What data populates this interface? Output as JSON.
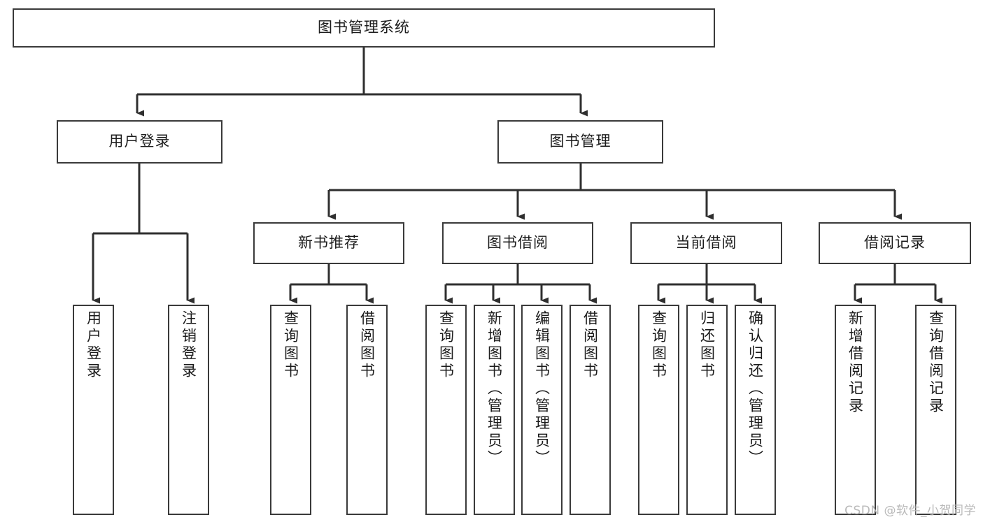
{
  "diagram": {
    "title": "图书管理系统",
    "type": "tree-hierarchy",
    "watermark": "CSDN @软件_小贺同学",
    "colors": {
      "node_border": "#3a3a3a",
      "node_fill": "#ffffff",
      "edge": "#2f2f2f",
      "text": "#1b1b1b",
      "watermark": "#b9b9b9"
    },
    "levels": {
      "root": "图书管理系统",
      "level2": [
        "用户登录",
        "图书管理"
      ],
      "level3": [
        "新书推荐",
        "图书借阅",
        "当前借阅",
        "借阅记录"
      ]
    },
    "nodes": {
      "root": {
        "label": "图书管理系统",
        "orientation": "horizontal"
      },
      "user_login": {
        "label": "用户登录",
        "orientation": "horizontal"
      },
      "book_manage": {
        "label": "图书管理",
        "orientation": "horizontal"
      },
      "new_book_rec": {
        "label": "新书推荐",
        "orientation": "horizontal"
      },
      "book_borrow": {
        "label": "图书借阅",
        "orientation": "horizontal"
      },
      "current_borrow": {
        "label": "当前借阅",
        "orientation": "horizontal"
      },
      "borrow_record": {
        "label": "借阅记录",
        "orientation": "horizontal"
      },
      "leaf_user_login": {
        "label": "用户登录",
        "orientation": "vertical"
      },
      "leaf_logout": {
        "label": "注销登录",
        "orientation": "vertical"
      },
      "leaf_query_book_rec": {
        "label": "查询图书",
        "orientation": "vertical"
      },
      "leaf_borrow_book_rec": {
        "label": "借阅图书",
        "orientation": "vertical"
      },
      "leaf_query_book_bor": {
        "label": "查询图书",
        "orientation": "vertical"
      },
      "leaf_add_book": {
        "label": "新增图书（管理员）",
        "orientation": "vertical"
      },
      "leaf_edit_book": {
        "label": "编辑图书（管理员）",
        "orientation": "vertical"
      },
      "leaf_borrow_book_bor": {
        "label": "借阅图书",
        "orientation": "vertical"
      },
      "leaf_query_book_cur": {
        "label": "查询图书",
        "orientation": "vertical"
      },
      "leaf_return_book": {
        "label": "归还图书",
        "orientation": "vertical"
      },
      "leaf_confirm_return": {
        "label": "确认归还（管理员）",
        "orientation": "vertical"
      },
      "leaf_add_record": {
        "label": "新增借阅记录",
        "orientation": "vertical"
      },
      "leaf_query_record": {
        "label": "查询借阅记录",
        "orientation": "vertical"
      }
    },
    "edges": [
      {
        "from": "图书管理系统",
        "to": "用户登录"
      },
      {
        "from": "图书管理系统",
        "to": "图书管理"
      },
      {
        "from": "用户登录",
        "to": "用户登录"
      },
      {
        "from": "用户登录",
        "to": "注销登录"
      },
      {
        "from": "图书管理",
        "to": "新书推荐"
      },
      {
        "from": "图书管理",
        "to": "图书借阅"
      },
      {
        "from": "图书管理",
        "to": "当前借阅"
      },
      {
        "from": "图书管理",
        "to": "借阅记录"
      },
      {
        "from": "新书推荐",
        "to": "查询图书"
      },
      {
        "from": "新书推荐",
        "to": "借阅图书"
      },
      {
        "from": "图书借阅",
        "to": "查询图书"
      },
      {
        "from": "图书借阅",
        "to": "新增图书（管理员）"
      },
      {
        "from": "图书借阅",
        "to": "编辑图书（管理员）"
      },
      {
        "from": "图书借阅",
        "to": "借阅图书"
      },
      {
        "from": "当前借阅",
        "to": "查询图书"
      },
      {
        "from": "当前借阅",
        "to": "归还图书"
      },
      {
        "from": "当前借阅",
        "to": "确认归还（管理员）"
      },
      {
        "from": "借阅记录",
        "to": "新增借阅记录"
      },
      {
        "from": "借阅记录",
        "to": "查询借阅记录"
      }
    ]
  }
}
